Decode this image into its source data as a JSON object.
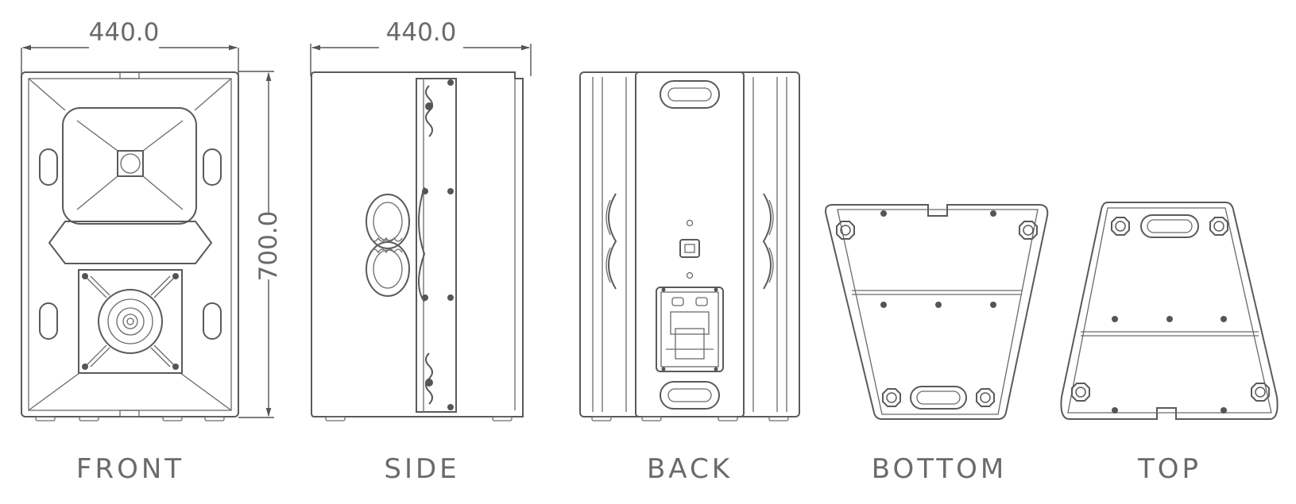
{
  "dimensions": {
    "front_width": "440.0",
    "side_width": "440.0",
    "height": "700.0"
  },
  "views": {
    "front": "FRONT",
    "side": "SIDE",
    "back": "BACK",
    "bottom": "BOTTOM",
    "top": "TOP"
  },
  "colors": {
    "line": "#5a5a5a",
    "text": "#6a6a6a",
    "background": "#ffffff"
  }
}
